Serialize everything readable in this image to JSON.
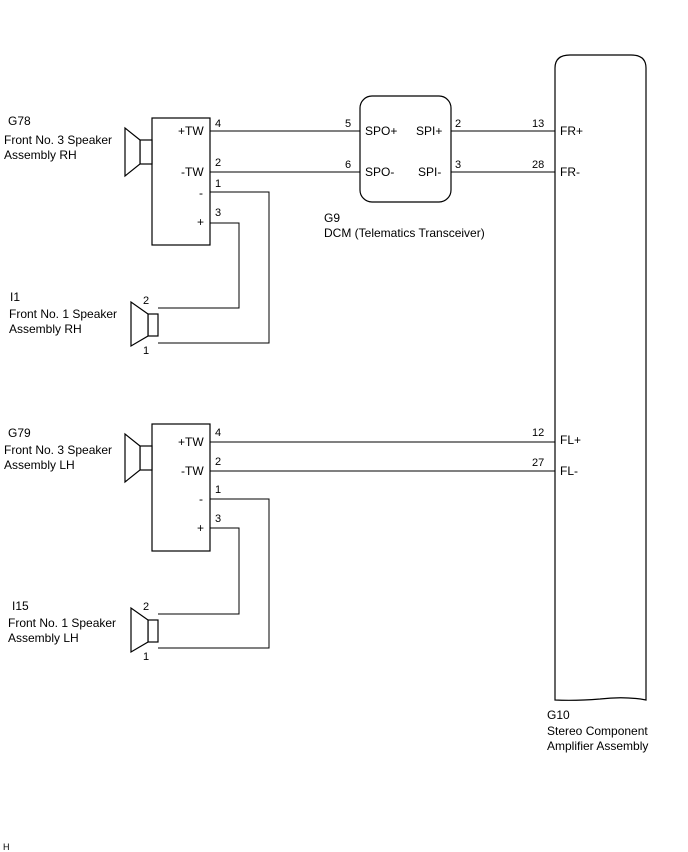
{
  "components": {
    "g78": {
      "code": "G78",
      "name_line1": "Front No. 3 Speaker",
      "name_line2": "Assembly RH",
      "pins": {
        "p4": "+TW",
        "p2": "-TW",
        "p1": "-",
        "p3": "+"
      },
      "pin_nums": {
        "p4": "4",
        "p2": "2",
        "p1": "1",
        "p3": "3"
      }
    },
    "i1": {
      "code": "I1",
      "name_line1": "Front No. 1 Speaker",
      "name_line2": "Assembly RH",
      "pin_nums": {
        "p2": "2",
        "p1": "1"
      }
    },
    "g79": {
      "code": "G79",
      "name_line1": "Front No. 3 Speaker",
      "name_line2": "Assembly LH",
      "pins": {
        "p4": "+TW",
        "p2": "-TW",
        "p1": "-",
        "p3": "+"
      },
      "pin_nums": {
        "p4": "4",
        "p2": "2",
        "p1": "1",
        "p3": "3"
      }
    },
    "i15": {
      "code": "I15",
      "name_line1": "Front No. 1 Speaker",
      "name_line2": "Assembly LH",
      "pin_nums": {
        "p2": "2",
        "p1": "1"
      }
    },
    "g9": {
      "code": "G9",
      "name": "DCM (Telematics Transceiver)",
      "pins": {
        "spo_plus": "SPO+",
        "spo_minus": "SPO-",
        "spi_plus": "SPI+",
        "spi_minus": "SPI-"
      },
      "pin_nums": {
        "spo_plus": "5",
        "spo_minus": "6",
        "spi_plus": "2",
        "spi_minus": "3"
      }
    },
    "g10": {
      "code": "G10",
      "name_line1": "Stereo Component",
      "name_line2": "Amplifier Assembly",
      "pins": {
        "fr_plus": "FR+",
        "fr_minus": "FR-",
        "fl_plus": "FL+",
        "fl_minus": "FL-"
      },
      "pin_nums": {
        "fr_plus": "13",
        "fr_minus": "28",
        "fl_plus": "12",
        "fl_minus": "27"
      }
    }
  },
  "footer": {
    "mark": "H"
  }
}
